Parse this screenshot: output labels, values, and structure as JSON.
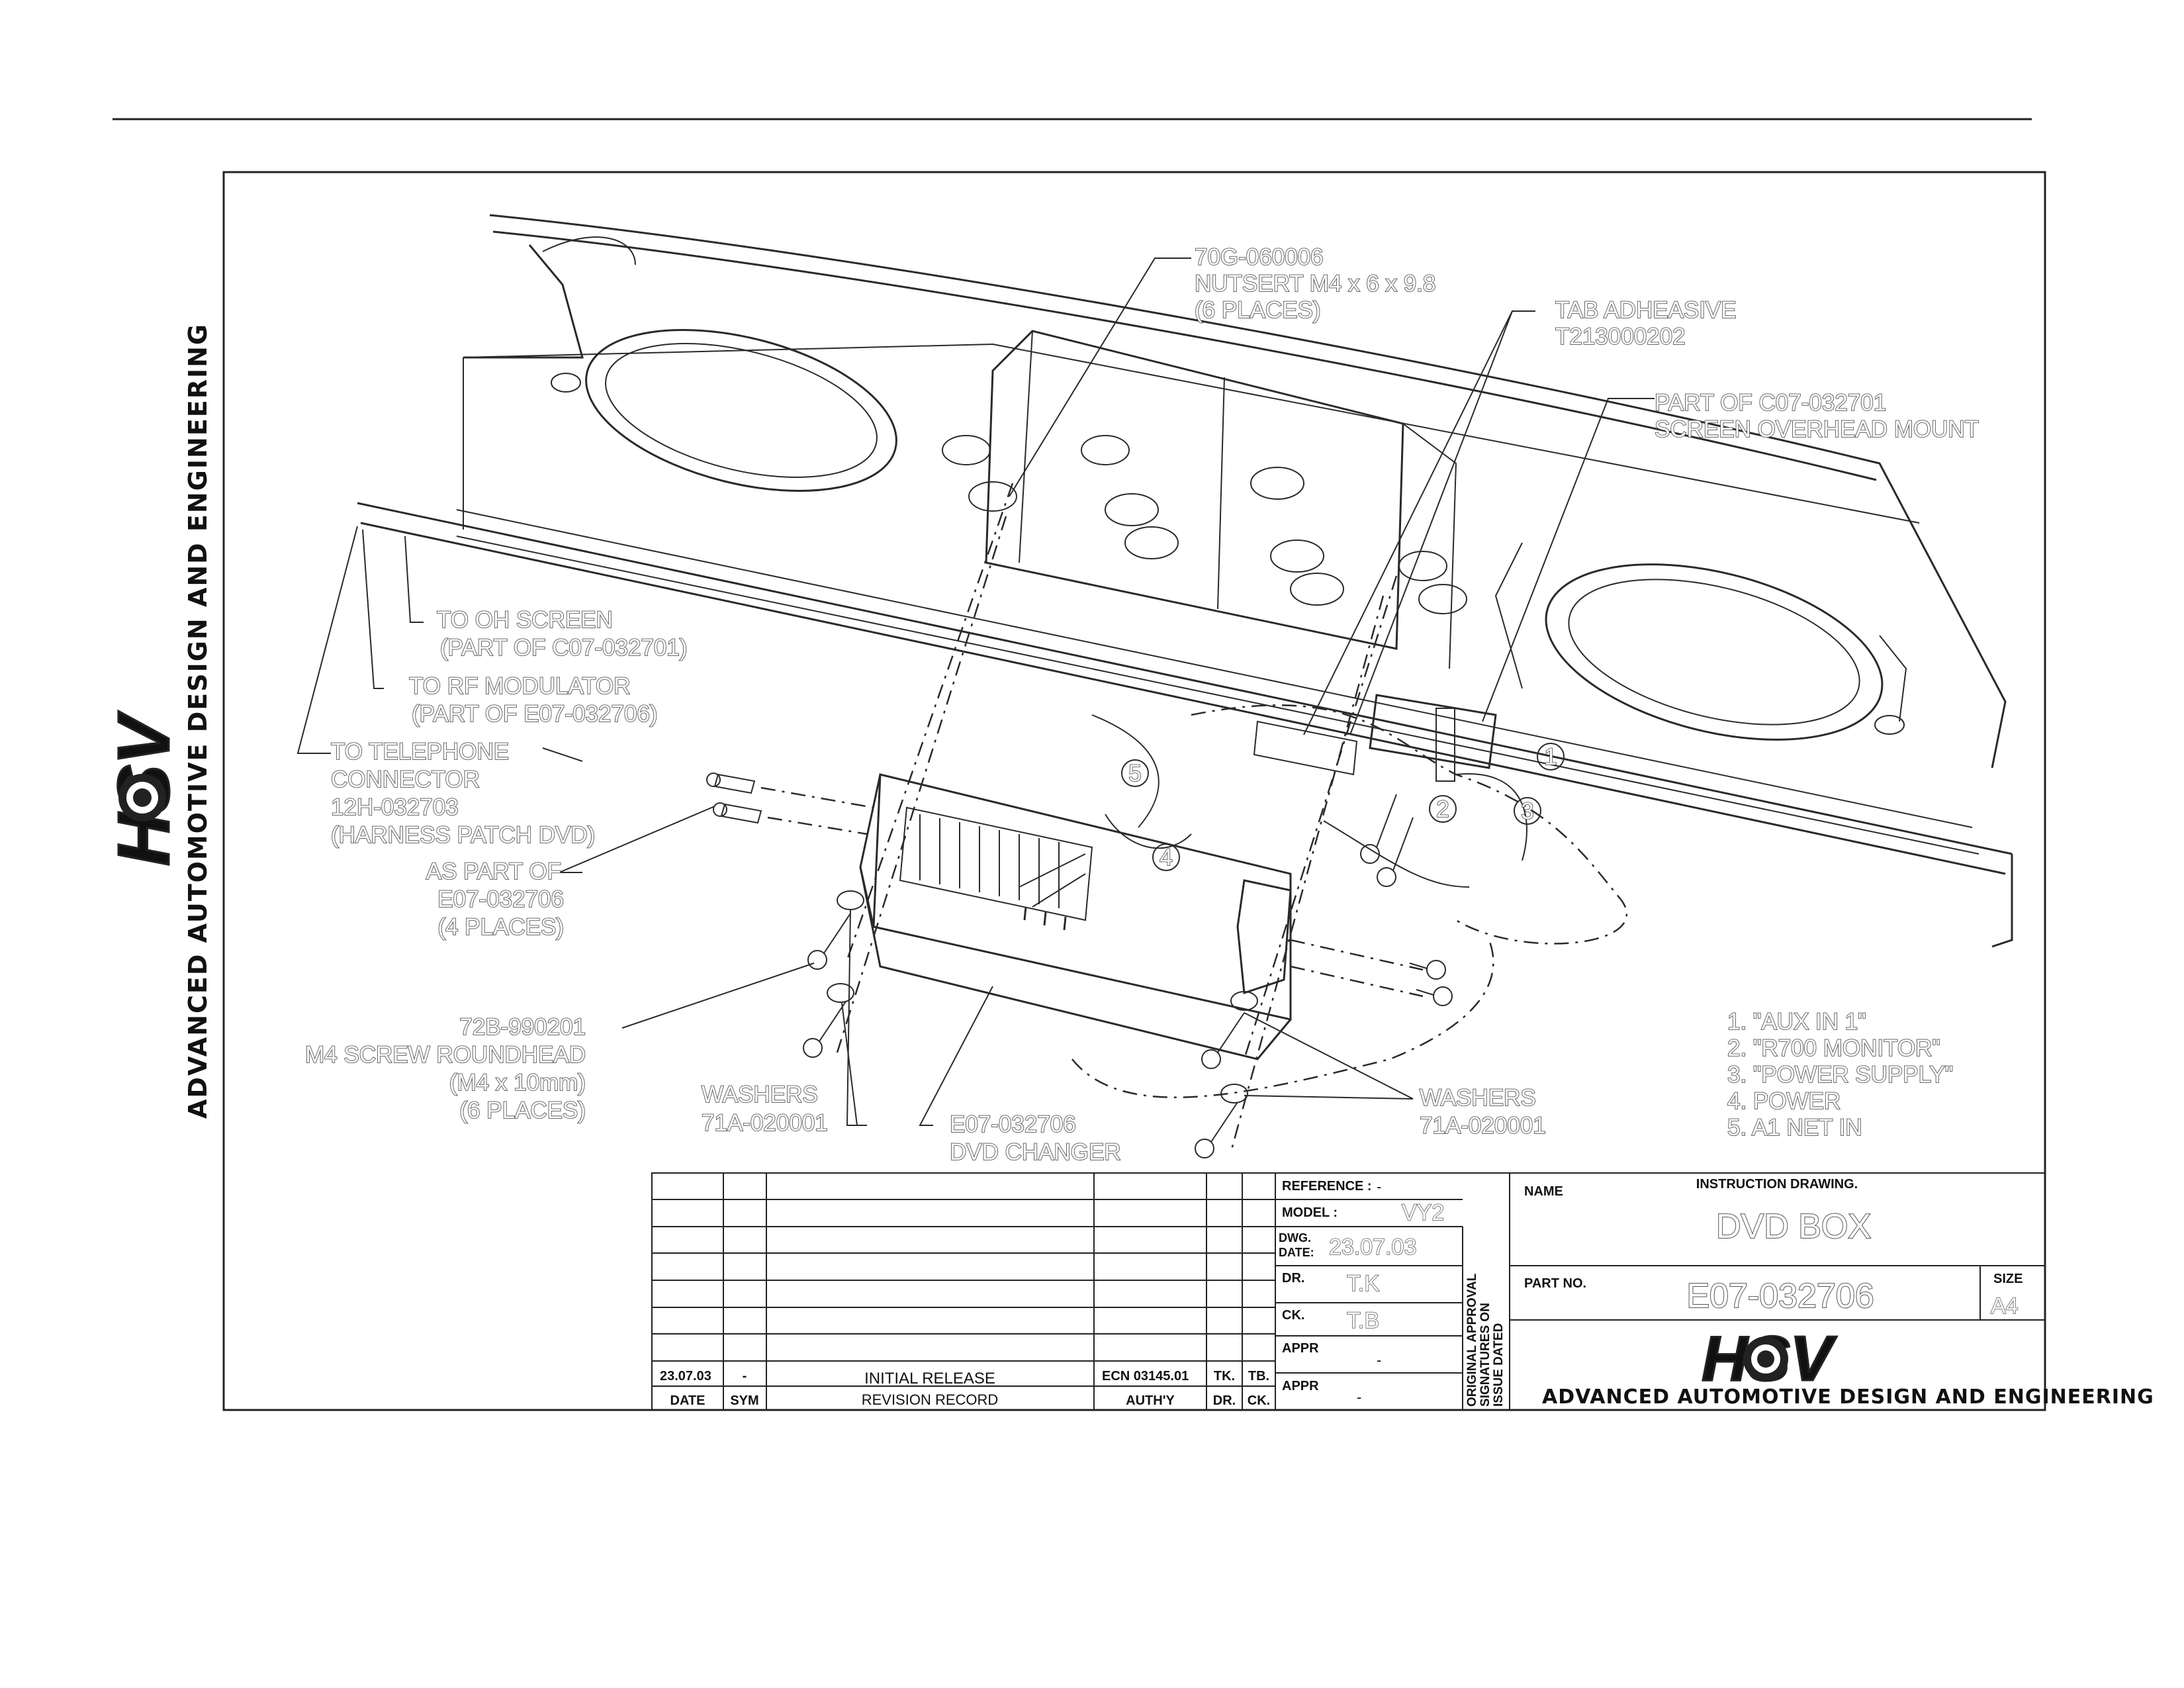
{
  "side_branding": {
    "logo": "HSV",
    "tagline": "ADVANCED AUTOMOTIVE DESIGN AND ENGINEERING"
  },
  "callouts": {
    "nutsert": [
      "70G-060006",
      "NUTSERT M4 x 6 x 9.8",
      "(6 PLACES)"
    ],
    "tab_adhesive": [
      "TAB ADHEASIVE",
      "T213000202"
    ],
    "overhead_mount": [
      "PART OF C07-032701",
      "SCREEN OVERHEAD MOUNT"
    ],
    "oh_screen": [
      "TO OH SCREEN",
      "(PART OF C07-032701)"
    ],
    "rf_modulator": [
      "TO RF MODULATOR",
      "(PART OF E07-032706)"
    ],
    "telephone": [
      "TO TELEPHONE",
      "CONNECTOR",
      "12H-032703",
      "(HARNESS PATCH DVD)"
    ],
    "as_part_of": [
      "AS PART OF",
      "E07-032706",
      "(4 PLACES)"
    ],
    "screw": [
      "72B-990201",
      "M4 SCREW ROUNDHEAD",
      "(M4 x 10mm)",
      "(6 PLACES)"
    ],
    "washers_left": [
      "WASHERS",
      "71A-020001"
    ],
    "dvd_changer": [
      "E07-032706",
      "DVD CHANGER"
    ],
    "washers_right": [
      "WASHERS",
      "71A-020001"
    ]
  },
  "balloons": [
    "1",
    "2",
    "3",
    "4",
    "5"
  ],
  "legend": [
    "1.   \"AUX IN 1\"",
    "2.   \"R700 MONITOR\"",
    "3.   \"POWER SUPPLY\"",
    "4.   POWER",
    "5.   A1 NET IN"
  ],
  "title_block": {
    "reference_label": "REFERENCE :",
    "reference_value": "-",
    "model_label": "MODEL :",
    "model_value": "VY2",
    "dwg_date_label_1": "DWG.",
    "dwg_date_label_2": "DATE:",
    "dwg_date_value": "23.07.03",
    "dr_label": "DR.",
    "dr_value": "T.K",
    "ck_label": "CK.",
    "ck_value": "T.B",
    "appr_label": "APPR",
    "appr_value": "-",
    "appr2_label": "APPR",
    "appr2_value": "-",
    "approval_note": [
      "ORIGINAL APPROVAL",
      "SIGNATURES ON",
      "ISSUE DATED"
    ],
    "name_label": "NAME",
    "name_sub": "INSTRUCTION DRAWING.",
    "name_value": "DVD BOX",
    "part_no_label": "PART NO.",
    "part_no_value": "E07-032706",
    "size_label": "SIZE",
    "size_value": "A4",
    "logo": "HSV",
    "company": "ADVANCED AUTOMOTIVE DESIGN AND ENGINEERING"
  },
  "revision": {
    "row": [
      "23.07.03",
      "-",
      "INITIAL RELEASE",
      "ECN 03145.01",
      "TK.",
      "TB."
    ],
    "headers": [
      "DATE",
      "SYM",
      "REVISION RECORD",
      "AUTH'Y",
      "DR.",
      "CK."
    ]
  }
}
